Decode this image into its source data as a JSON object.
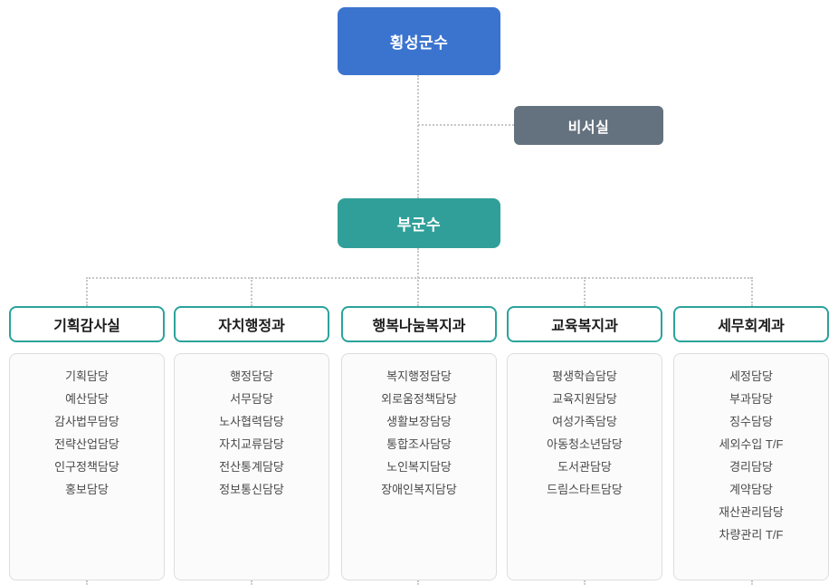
{
  "org_chart": {
    "top_node": {
      "label": "횡성군수"
    },
    "secretary_node": {
      "label": "비서실"
    },
    "deputy_node": {
      "label": "부군수"
    },
    "departments": [
      {
        "label": "기획감사실",
        "teams": [
          "기획담당",
          "예산담당",
          "감사법무담당",
          "전략산업담당",
          "인구정책담당",
          "홍보담당"
        ]
      },
      {
        "label": "자치행정과",
        "teams": [
          "행정담당",
          "서무담당",
          "노사협력담당",
          "자치교류담당",
          "전산통계담당",
          "정보통신담당"
        ]
      },
      {
        "label": "행복나눔복지과",
        "teams": [
          "복지행정담당",
          "외로움정책담당",
          "생활보장담당",
          "통합조사담당",
          "노인복지담당",
          "장애인복지담당"
        ]
      },
      {
        "label": "교육복지과",
        "teams": [
          "평생학습담당",
          "교육지원담당",
          "여성가족담당",
          "아동청소년담당",
          "도서관담당",
          "드림스타트담당"
        ]
      },
      {
        "label": "세무회계과",
        "teams": [
          "세정담당",
          "부과담당",
          "징수담당",
          "세외수입 T/F",
          "경리담당",
          "계약담당",
          "재산관리담당",
          "차량관리 T/F"
        ]
      }
    ],
    "colors": {
      "top_node_bg": "#3b74cf",
      "secretary_node_bg": "#64717e",
      "deputy_node_bg": "#319f99",
      "dept_border": "#2ba39b",
      "connector_line": "#c6c6c6",
      "list_bg": "#fbfbfb",
      "list_border": "#dddddd"
    }
  }
}
